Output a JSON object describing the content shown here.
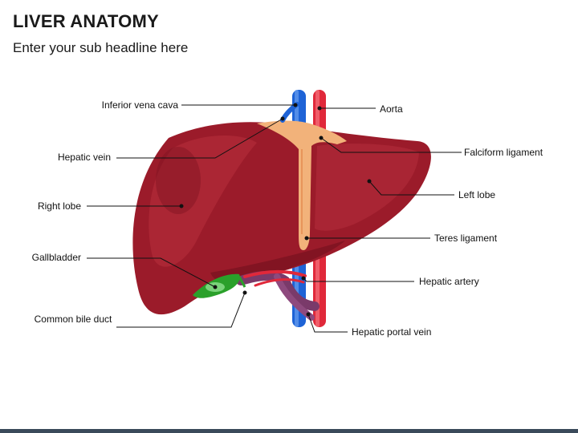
{
  "title": "LIVER ANATOMY",
  "subtitle": "Enter your sub headline here",
  "labels": {
    "ivc": "Inferior vena cava",
    "hepatic_vein": "Hepatic vein",
    "right_lobe": "Right lobe",
    "gallbladder": "Gallbladder",
    "bile_duct": "Common bile duct",
    "aorta": "Aorta",
    "falciform": "Falciform ligament",
    "left_lobe": "Left lobe",
    "teres": "Teres ligament",
    "hepatic_artery": "Hepatic artery",
    "portal_vein": "Hepatic portal vein"
  },
  "colors": {
    "liver": "#9b1b2a",
    "liver_highlight": "#b8303d",
    "liver_shadow": "#6e0f1c",
    "vein_blue": "#1e63d6",
    "artery_red": "#e0283a",
    "ligament": "#f2b27a",
    "gallbladder": "#2aa02a",
    "portal": "#7a3a6a"
  }
}
